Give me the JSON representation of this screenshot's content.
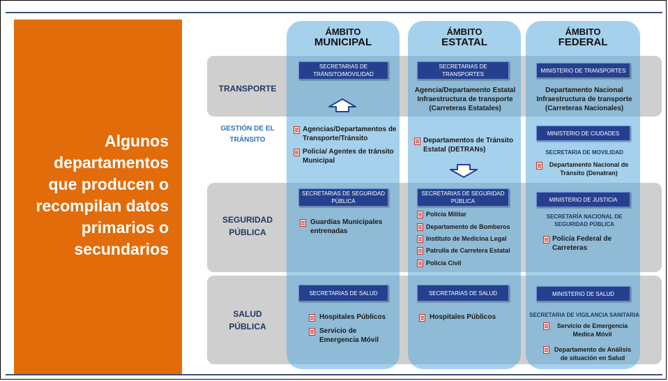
{
  "side_title": "Algunos departamentos que producen o recompilan datos primarios o secundarios",
  "columns": {
    "municipal": {
      "line1": "ÁMBITO",
      "line2": "MUNICIPAL"
    },
    "estatal": {
      "line1": "ÁMBITO",
      "line2": "ESTATAL"
    },
    "federal": {
      "line1": "ÁMBITO",
      "line2": "FEDERAL"
    }
  },
  "rows": {
    "transporte": "TRANSPORTE",
    "gestion_l1": "GESTIÓN DE EL",
    "gestion_l2": "TRÁNSITO",
    "seguridad_l1": "SEGURIDAD",
    "seguridad_l2": "PÚBLICA",
    "salud_l1": "SALUD",
    "salud_l2": "PÚBLICA"
  },
  "transporte": {
    "municipal_box": "SECRETARIAS DE TRÁNSITO/MOVILIDAD",
    "estatal_box": "SECRETARIAS DE TRANSPORTES",
    "estatal_text": "Agencia/Departamento Estatal Infraestructura de transporte (Carreteras Estatales)",
    "federal_box": "MINISTERIO DE TRANSPORTES",
    "federal_text": "Departamento Nacional Infraestructura de transporte (Carreteras Nacionales)"
  },
  "gestion": {
    "municipal_items": [
      "Agencias/Departamentos de Transporte/Tránsito",
      "Policía/ Agentes de tránsito Municipal"
    ],
    "estatal_item": "Departamentos de Tránsito Estatal (DETRANs)",
    "federal_box": "MINISTERIO DE CIUDADES",
    "federal_sub": "SECRETARIA DE MOVILIDAD",
    "federal_item": "Departamento Nacional de Tránsito (Denatran)"
  },
  "seguridad": {
    "municipal_box": "SECRETARIAS DE SEGURIDAD PÚBLICA",
    "municipal_item": "Guardias Municipales entrenadas",
    "estatal_box": "SECRETARIAS DE SEGURIDAD PÚBLICA",
    "estatal_items": [
      "Policía Militar",
      "Departamento de Bomberos",
      "Instituto de Medicina Legal",
      "Patrulla de Carretera Estatal",
      "Policía Civil"
    ],
    "federal_box": "MINISTERIO DE JUSTICIA",
    "federal_sub": "SECRETARÍA NACIONAL DE SEGURIDAD PÚBLICA",
    "federal_item": "Policía Federal de Carreteras"
  },
  "salud": {
    "municipal_box": "SECRETARIAS DE SALUD",
    "municipal_items": [
      "Hospitales Públicos",
      "Servicio de Emergencia Móvil"
    ],
    "estatal_box": "SECRETARIAS DE SALUD",
    "estatal_item": "Hospitales Públicos",
    "federal_box": "MINISTERIO DE SALUD",
    "federal_sub": "SECRETARIA DE VIGILANCIA SANITARIA",
    "federal_items": [
      "Servicio de Emergencia Medica Móvil",
      "Departamento de Análisis de situación en Salud"
    ]
  },
  "colors": {
    "orange": "#e36c0a",
    "navy": "#24408e",
    "column_blue": "#5dacde",
    "row_gray": "#cfcfcf"
  }
}
